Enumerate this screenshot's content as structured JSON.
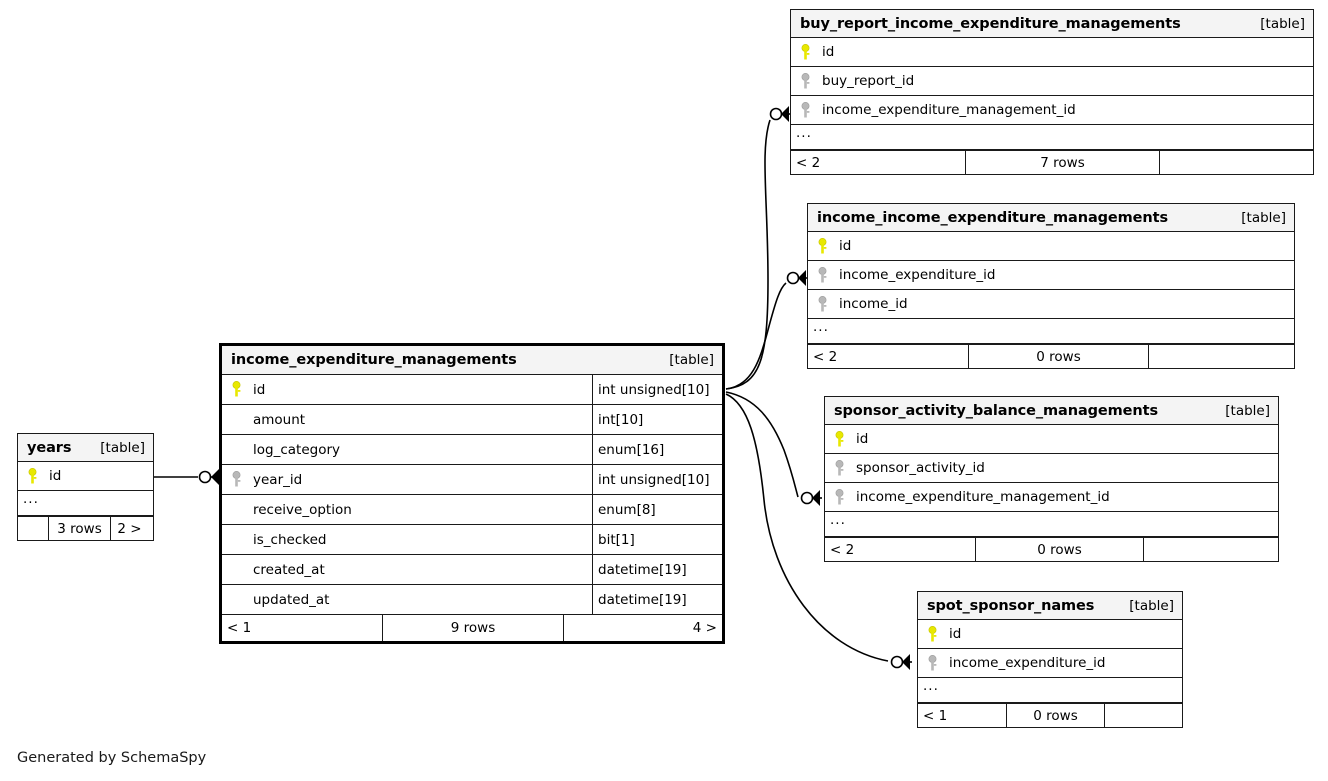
{
  "diagram": {
    "generator_credit": "Generated by SchemaSpy",
    "table_tag": "[table]",
    "ellipsis": "...",
    "pk_color": "#e8e800",
    "fk_color": "#b5b5b5",
    "header_bg": "#f4f4f4",
    "border_color": "#1a1a1a"
  },
  "tables": {
    "buy_report": {
      "name": "buy_report_income_expenditure_managements",
      "tag": "[table]",
      "columns": [
        {
          "key": "pk",
          "name": "id"
        },
        {
          "key": "fk",
          "name": "buy_report_id"
        },
        {
          "key": "fk",
          "name": "income_expenditure_management_id"
        }
      ],
      "footer": {
        "left": "< 2",
        "mid": "7 rows",
        "right": ""
      }
    },
    "income_income": {
      "name": "income_income_expenditure_managements",
      "tag": "[table]",
      "columns": [
        {
          "key": "pk",
          "name": "id"
        },
        {
          "key": "fk",
          "name": "income_expenditure_id"
        },
        {
          "key": "fk",
          "name": "income_id"
        }
      ],
      "footer": {
        "left": "< 2",
        "mid": "0 rows",
        "right": ""
      }
    },
    "sponsor_activity": {
      "name": "sponsor_activity_balance_managements",
      "tag": "[table]",
      "columns": [
        {
          "key": "pk",
          "name": "id"
        },
        {
          "key": "fk",
          "name": "sponsor_activity_id"
        },
        {
          "key": "fk",
          "name": "income_expenditure_management_id"
        }
      ],
      "footer": {
        "left": "< 2",
        "mid": "0 rows",
        "right": ""
      }
    },
    "spot_sponsor": {
      "name": "spot_sponsor_names",
      "tag": "[table]",
      "columns": [
        {
          "key": "pk",
          "name": "id"
        },
        {
          "key": "fk",
          "name": "income_expenditure_id"
        }
      ],
      "footer": {
        "left": "< 1",
        "mid": "0 rows",
        "right": ""
      }
    },
    "main": {
      "name": "income_expenditure_managements",
      "tag": "[table]",
      "columns": [
        {
          "key": "pk",
          "name": "id",
          "type": "int unsigned[10]"
        },
        {
          "key": "",
          "name": "amount",
          "type": "int[10]"
        },
        {
          "key": "",
          "name": "log_category",
          "type": "enum[16]"
        },
        {
          "key": "fk",
          "name": "year_id",
          "type": "int unsigned[10]"
        },
        {
          "key": "",
          "name": "receive_option",
          "type": "enum[8]"
        },
        {
          "key": "",
          "name": "is_checked",
          "type": "bit[1]"
        },
        {
          "key": "",
          "name": "created_at",
          "type": "datetime[19]"
        },
        {
          "key": "",
          "name": "updated_at",
          "type": "datetime[19]"
        }
      ],
      "footer": {
        "left": "< 1",
        "mid": "9 rows",
        "right": "4 >"
      }
    },
    "years": {
      "name": "years",
      "tag": "[table]",
      "columns": [
        {
          "key": "pk",
          "name": "id"
        }
      ],
      "footer": {
        "left": "",
        "mid": "3 rows",
        "right": "2 >"
      }
    }
  },
  "relationships": [
    {
      "from": "income_expenditure_managements.id",
      "to": "buy_report_income_expenditure_managements.income_expenditure_management_id"
    },
    {
      "from": "income_expenditure_managements.id",
      "to": "income_income_expenditure_managements.income_expenditure_id"
    },
    {
      "from": "income_expenditure_managements.id",
      "to": "sponsor_activity_balance_managements.income_expenditure_management_id"
    },
    {
      "from": "income_expenditure_managements.id",
      "to": "spot_sponsor_names.income_expenditure_id"
    },
    {
      "from": "years.id",
      "to": "income_expenditure_managements.year_id"
    }
  ]
}
